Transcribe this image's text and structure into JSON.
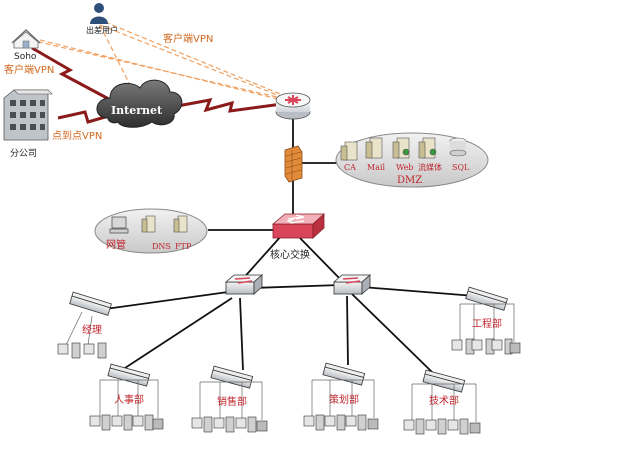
{
  "labels": {
    "soho": "Soho",
    "travel_user": "出差用户",
    "client_vpn_top": "客户端VPN",
    "client_vpn_left": "客户端VPN",
    "internet": "Internet",
    "p2p_vpn": "点到点VPN",
    "branch": "分公司",
    "dmz": "DMZ",
    "core_switch": "核心交换",
    "mgmt": "网管",
    "dept_manager": "经理",
    "dept_engineering": "工程部",
    "dept_hr": "人事部",
    "dept_sales": "销售部",
    "dept_planning": "策划部",
    "dept_tech": "技术部"
  },
  "dmz_servers": [
    "CA",
    "Mail",
    "Web",
    "流媒体",
    "SQL"
  ],
  "mgmt_servers": [
    "DNS",
    "FTP"
  ],
  "colors": {
    "vpn_dashed": "#f0a060",
    "wan_link": "#8b1a1a",
    "lan_link": "#111111",
    "router": "#d9455a",
    "firewall": "#e08a3a",
    "cloud": "#555555",
    "label_red": "#c0262d",
    "label_orange": "#d2691e"
  }
}
